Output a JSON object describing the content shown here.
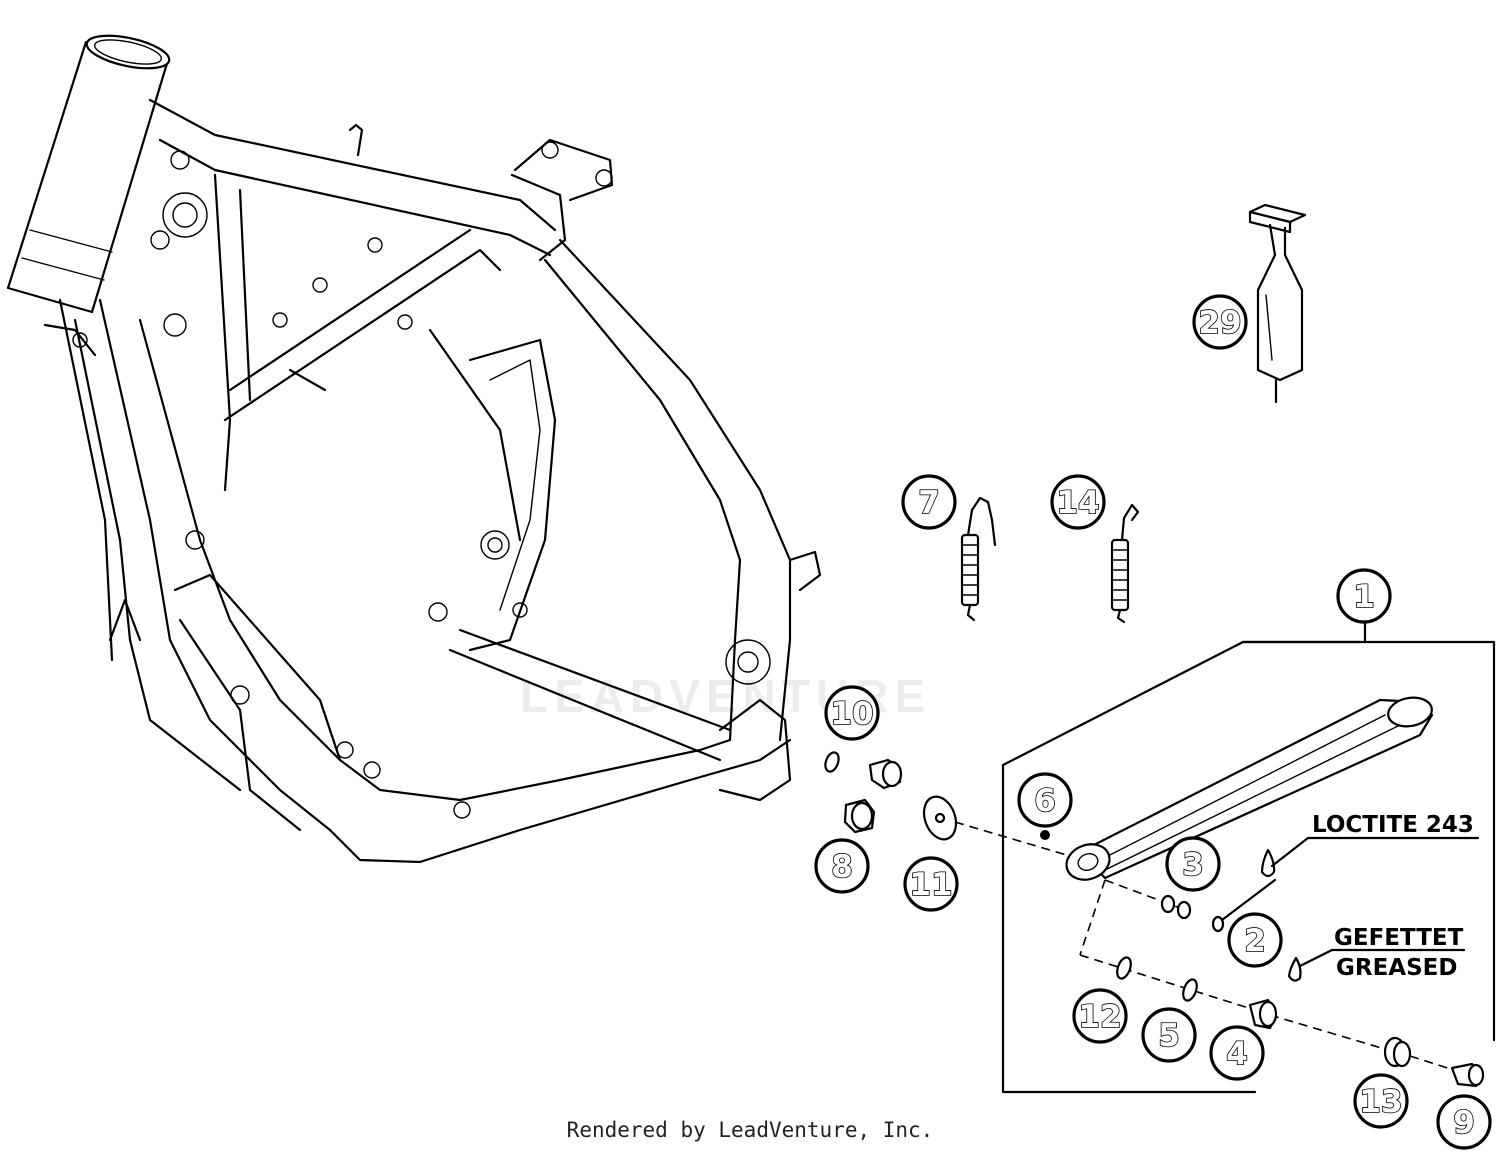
{
  "callouts": [
    {
      "id": "1",
      "label": "1"
    },
    {
      "id": "2",
      "label": "2"
    },
    {
      "id": "3",
      "label": "3"
    },
    {
      "id": "4",
      "label": "4"
    },
    {
      "id": "5",
      "label": "5"
    },
    {
      "id": "6",
      "label": "6"
    },
    {
      "id": "7",
      "label": "7"
    },
    {
      "id": "8",
      "label": "8"
    },
    {
      "id": "9",
      "label": "9"
    },
    {
      "id": "10",
      "label": "10"
    },
    {
      "id": "11",
      "label": "11"
    },
    {
      "id": "12",
      "label": "12"
    },
    {
      "id": "13",
      "label": "13"
    },
    {
      "id": "14",
      "label": "14"
    },
    {
      "id": "29",
      "label": "29"
    }
  ],
  "notes": {
    "loctite": "LOCTITE 243",
    "gefettet": "GEFETTET",
    "greased": "GREASED"
  },
  "watermark": "LEADVENTURE",
  "footer": "Rendered by LeadVenture, Inc."
}
